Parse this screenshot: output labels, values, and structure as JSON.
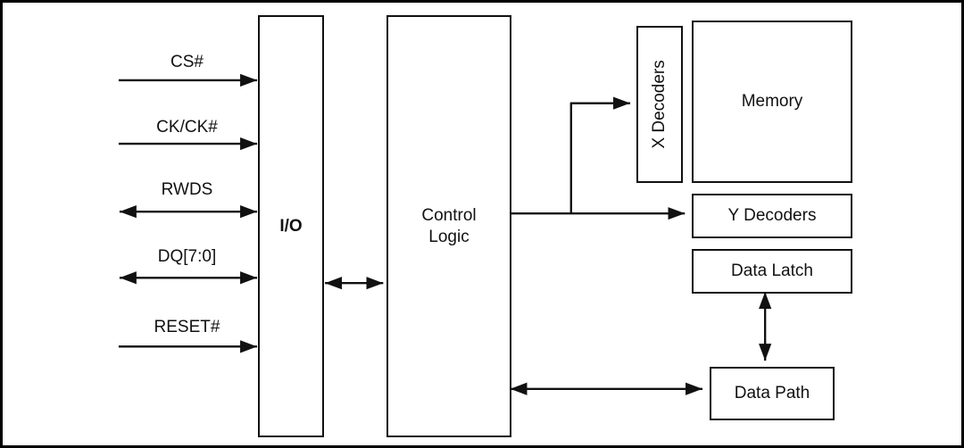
{
  "diagram": {
    "type": "block-diagram",
    "signals": [
      {
        "label": "CS#",
        "direction": "input"
      },
      {
        "label": "CK/CK#",
        "direction": "input"
      },
      {
        "label": "RWDS",
        "direction": "bidirectional"
      },
      {
        "label": "DQ[7:0]",
        "direction": "bidirectional"
      },
      {
        "label": "RESET#",
        "direction": "input"
      }
    ],
    "blocks": {
      "io": "I/O",
      "control_logic": "Control Logic",
      "x_decoders": "X Decoders",
      "memory": "Memory",
      "y_decoders": "Y Decoders",
      "data_latch": "Data Latch",
      "data_path": "Data Path"
    },
    "colors": {
      "line": "#111111",
      "background": "#ffffff",
      "text": "#111111"
    }
  }
}
